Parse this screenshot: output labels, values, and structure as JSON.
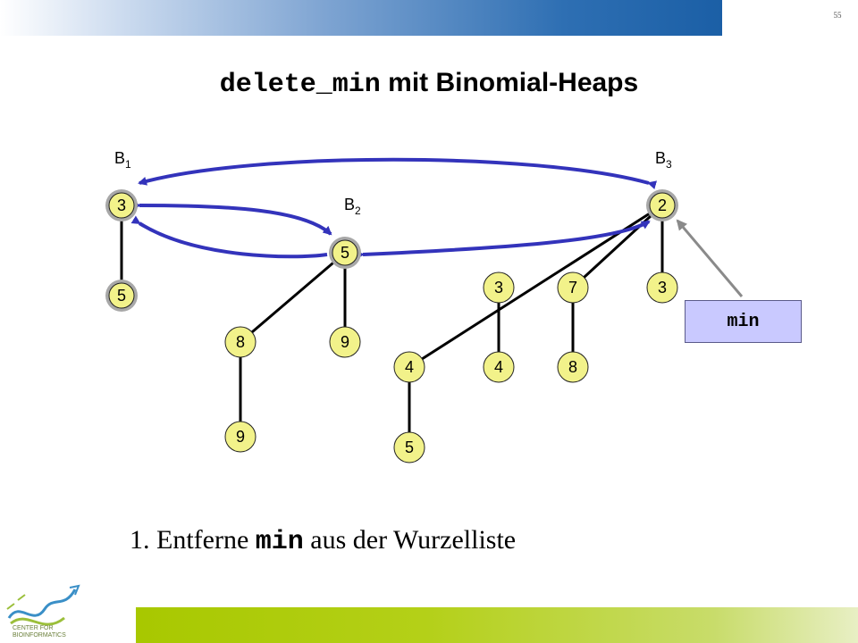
{
  "slide": {
    "page_number": "55",
    "title_code": "delete_min",
    "title_rest": " mit Binomial-Heaps",
    "bullet_prefix": "1. Entferne ",
    "bullet_code": "min",
    "bullet_suffix": " aus der Wurzelliste"
  },
  "trees": {
    "b1": {
      "base": "B",
      "sub": "1"
    },
    "b2": {
      "base": "B",
      "sub": "2"
    },
    "b3": {
      "base": "B",
      "sub": "3"
    }
  },
  "nodes": {
    "b1_root": "3",
    "b1_child": "5",
    "b2_root": "5",
    "b2_child_left": "8",
    "b2_child_right": "9",
    "b2_grandchild": "9",
    "b3_root": "2",
    "b3_child_a": "3",
    "b3_child_b": "7",
    "b3_child_c": "3",
    "b3_a_left": "4",
    "b3_a_right": "4",
    "b3_b_child": "8",
    "b3_a_left_child": "5"
  },
  "min_pointer": {
    "label": "min"
  },
  "logo": {
    "text": "CENTER FOR BIOINFORMATICS"
  },
  "colors": {
    "node_fill": "#f2f28a",
    "root_fill": "#a8a8a8",
    "arrow": "#3333bb",
    "min_arrow": "#8a8a8a",
    "min_box": "#c9c9ff"
  }
}
